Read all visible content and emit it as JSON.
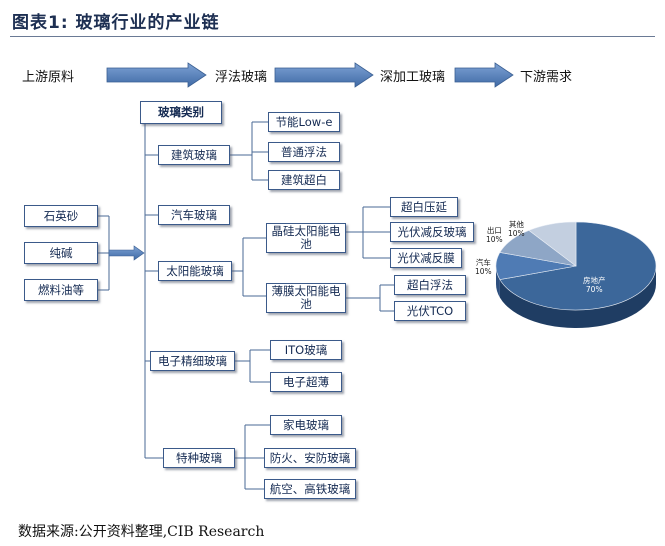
{
  "title": "图表1:    玻璃行业的产业链",
  "chain": [
    "上游原料",
    "浮法玻璃",
    "深加工玻璃",
    "下游需求"
  ],
  "raw_materials": [
    "石英砂",
    "纯碱",
    "燃料油等"
  ],
  "category_header": "玻璃类别",
  "categories": {
    "building": {
      "label": "建筑玻璃",
      "children": [
        "节能Low-e",
        "普通浮法",
        "建筑超白"
      ]
    },
    "auto": {
      "label": "汽车玻璃"
    },
    "solar": {
      "label": "太阳能玻璃",
      "crystal": {
        "label": "晶硅太阳能电池",
        "children": [
          "超白压延",
          "光伏减反玻璃",
          "光伏减反膜"
        ]
      },
      "thin": {
        "label": "薄膜太阳能电池",
        "children": [
          "超白浮法",
          "光伏TCO"
        ]
      }
    },
    "electronic": {
      "label": "电子精细玻璃",
      "children": [
        "ITO玻璃",
        "电子超薄"
      ]
    },
    "special": {
      "label": "特种玻璃",
      "children": [
        "家电玻璃",
        "防火、安防玻璃",
        "航空、高铁玻璃"
      ]
    }
  },
  "chart_data": {
    "type": "pie",
    "slices": [
      {
        "label": "房地产",
        "value_label": "70%",
        "value": 70
      },
      {
        "label": "汽车",
        "value_label": "10%",
        "value": 10
      },
      {
        "label": "出口",
        "value_label": "10%",
        "value": 10
      },
      {
        "label": "其他",
        "value_label": "10%",
        "value": 10
      }
    ],
    "colors": [
      "#3c679a",
      "#4f7bb4",
      "#8ea6c6",
      "#c3cfe0"
    ],
    "side_colors": [
      "#1f3d63",
      "#2d4f7e",
      "#5e7698",
      "#8f9fb6"
    ]
  },
  "source": "数据来源:公开资料整理,CIB Research"
}
